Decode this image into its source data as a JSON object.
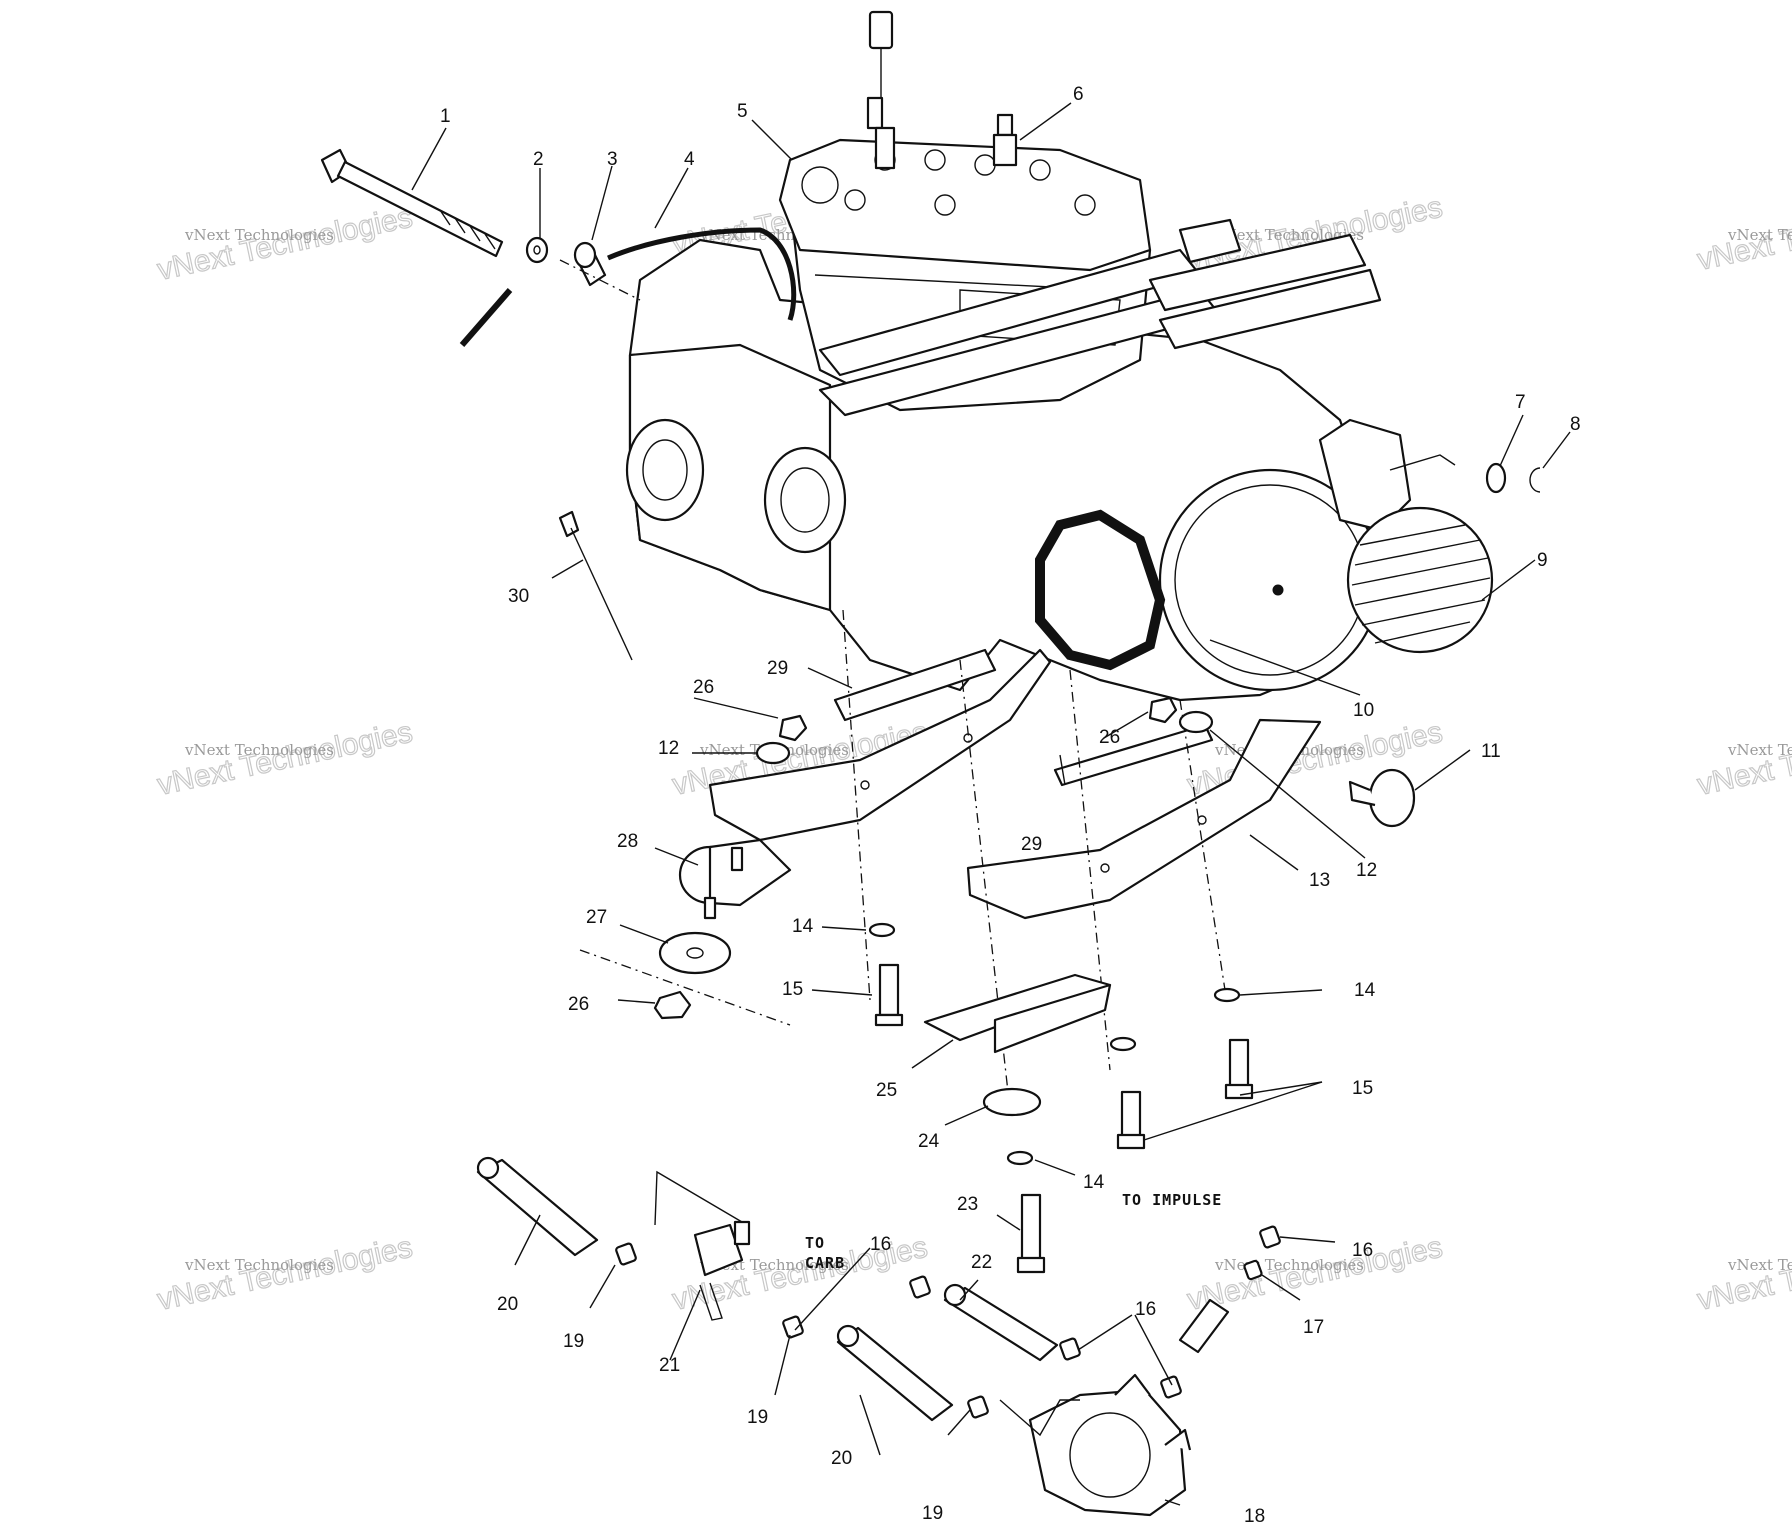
{
  "callouts": {
    "c1": "1",
    "c2": "2",
    "c3": "3",
    "c4": "4",
    "c5": "5",
    "c6": "6",
    "c7": "7",
    "c8": "8",
    "c9": "9",
    "c10": "10",
    "c11": "11",
    "c12a": "12",
    "c12b": "12",
    "c13": "13",
    "c14a": "14",
    "c14b": "14",
    "c14c": "14",
    "c15a": "15",
    "c15b": "15",
    "c16a": "16",
    "c16b": "16",
    "c16c": "16",
    "c17": "17",
    "c18": "18",
    "c19a": "19",
    "c19b": "19",
    "c19c": "19",
    "c20a": "20",
    "c20b": "20",
    "c21": "21",
    "c22": "22",
    "c23": "23",
    "c24": "24",
    "c25": "25",
    "c26a": "26",
    "c26b": "26",
    "c26c": "26",
    "c27": "27",
    "c28": "28",
    "c29a": "29",
    "c29b": "29",
    "c30": "30"
  },
  "notes": {
    "to_carb_line1": "TO",
    "to_carb_line2": "CARB",
    "to_impulse": "TO IMPULSE"
  },
  "watermark": {
    "small": "vNext Technologies",
    "large": "vNext Technologies"
  }
}
